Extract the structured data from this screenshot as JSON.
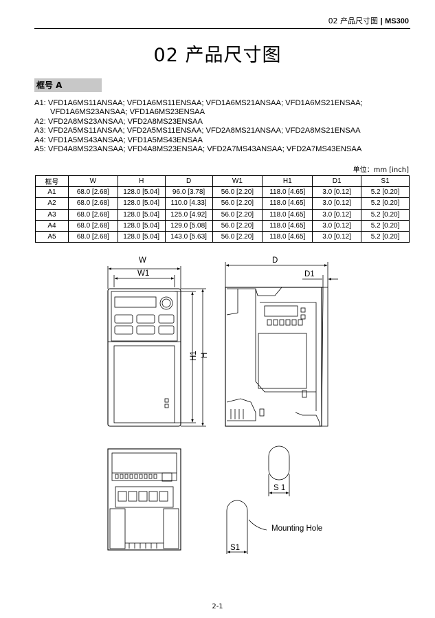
{
  "header": {
    "section": "02 产品尺寸图",
    "separator": "|",
    "product": "MS300"
  },
  "page_title": "02 产品尺寸图",
  "frame_label": "框号 A",
  "models": [
    "A1: VFD1A6MS11ANSAA; VFD1A6MS11ENSAA; VFD1A6MS21ANSAA; VFD1A6MS21ENSAA;",
    "VFD1A6MS23ANSAA; VFD1A6MS23ENSAA",
    "A2: VFD2A8MS23ANSAA; VFD2A8MS23ENSAA",
    "A3: VFD2A5MS11ANSAA; VFD2A5MS11ENSAA; VFD2A8MS21ANSAA; VFD2A8MS21ENSAA",
    "A4: VFD1A5MS43ANSAA; VFD1A5MS43ENSAA",
    "A5: VFD4A8MS23ANSAA; VFD4A8MS23ENSAA; VFD2A7MS43ANSAA; VFD2A7MS43ENSAA"
  ],
  "unit_note": "单位：mm [inch]",
  "table": {
    "headers": [
      "框号",
      "W",
      "H",
      "D",
      "W1",
      "H1",
      "D1",
      "S1"
    ],
    "rows": [
      [
        "A1",
        "68.0 [2.68]",
        "128.0 [5.04]",
        "96.0 [3.78]",
        "56.0 [2.20]",
        "118.0 [4.65]",
        "3.0 [0.12]",
        "5.2 [0.20]"
      ],
      [
        "A2",
        "68.0 [2.68]",
        "128.0 [5.04]",
        "110.0 [4.33]",
        "56.0 [2.20]",
        "118.0 [4.65]",
        "3.0 [0.12]",
        "5.2 [0.20]"
      ],
      [
        "A3",
        "68.0 [2.68]",
        "128.0 [5.04]",
        "125.0 [4.92]",
        "56.0 [2.20]",
        "118.0 [4.65]",
        "3.0 [0.12]",
        "5.2 [0.20]"
      ],
      [
        "A4",
        "68.0 [2.68]",
        "128.0 [5.04]",
        "129.0 [5.08]",
        "56.0 [2.20]",
        "118.0 [4.65]",
        "3.0 [0.12]",
        "5.2 [0.20]"
      ],
      [
        "A5",
        "68.0 [2.68]",
        "128.0 [5.04]",
        "143.0 [5.63]",
        "56.0 [2.20]",
        "118.0 [4.65]",
        "3.0 [0.12]",
        "5.2 [0.20]"
      ]
    ]
  },
  "drawing_labels": {
    "w": "W",
    "w1": "W1",
    "h": "H",
    "h1": "H1",
    "d": "D",
    "d1": "D1",
    "s1_top": "S 1",
    "s1_bottom": "S1",
    "mounting_hole": "Mounting Hole"
  },
  "page_number": "2-1"
}
